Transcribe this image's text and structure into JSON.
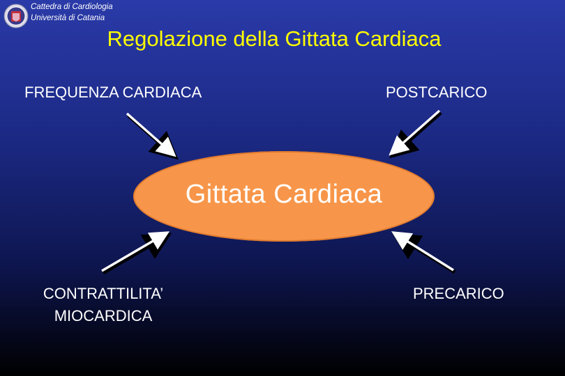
{
  "header": {
    "institution_line1": "Cattedra di Cardiologia",
    "institution_line2": "Università di Catania",
    "title": "Regolazione della Gittata Cardiaca"
  },
  "diagram": {
    "center": "Gittata Cardiaca",
    "top_left": "FREQUENZA CARDIACA",
    "top_right": "POSTCARICO",
    "bottom_left_line1": "CONTRATTILITA’",
    "bottom_left_line2": "MIOCARDICA",
    "bottom_right": "PRECARICO"
  },
  "colors": {
    "title": "#ffff00",
    "center_fill": "#f7964a",
    "text": "#ffffff"
  }
}
